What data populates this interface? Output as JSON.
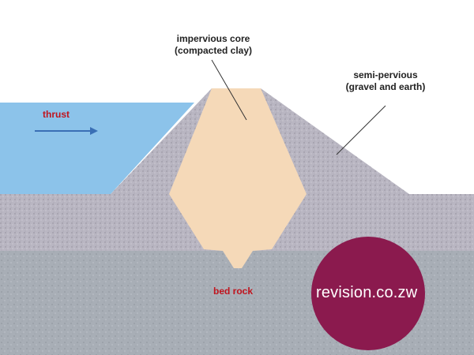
{
  "labels": {
    "core_line1": "impervious core",
    "core_line2": "(compacted clay)",
    "shell_line1": "semi-pervious",
    "shell_line2": "(gravel and earth)",
    "thrust": "thrust",
    "bedrock": "bed rock",
    "watermark": "revision.co.zw"
  },
  "colors": {
    "water": "#8cc3ea",
    "core": "#f5d9b8",
    "shell": "#b9b6c2",
    "bedrock": "#a8aeb6",
    "watermark_circle": "#8b1a4e",
    "label_red": "#c0141e",
    "arrow": "#3a6fb5"
  },
  "icons": {
    "thrust_arrow": "arrow-right-icon"
  }
}
